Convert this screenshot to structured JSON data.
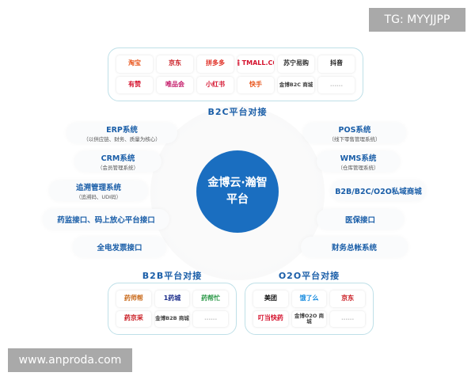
{
  "watermark_top": "TG: MYYJJPP",
  "watermark_bottom": "www.anproda.com",
  "center": {
    "line1": "金博云·瀚智",
    "line2": "平台"
  },
  "b2c": {
    "title": "B2C平台对接",
    "tiles": [
      {
        "label": "淘宝",
        "color": "#e8561d"
      },
      {
        "label": "京东",
        "color": "#c8161d"
      },
      {
        "label": "拼多多",
        "color": "#e02e24"
      },
      {
        "label": "天猫 TMALL.COM",
        "color": "#d5132e"
      },
      {
        "label": "苏宁易购",
        "color": "#333333"
      },
      {
        "label": "抖音",
        "color": "#111111"
      },
      {
        "label": "有赞",
        "color": "#d5132e"
      },
      {
        "label": "唯品会",
        "color": "#c51d6b"
      },
      {
        "label": "小红书",
        "color": "#d5132e"
      },
      {
        "label": "快手",
        "color": "#e8561d"
      },
      {
        "label": "金博B2C 商城",
        "color": "#444444"
      },
      {
        "label": "……",
        "color": "#cccccc"
      }
    ]
  },
  "b2b": {
    "title": "B2B平台对接",
    "tiles": [
      {
        "label": "药师帮",
        "color": "#c96a1b"
      },
      {
        "label": "1药城",
        "color": "#1d2f8c"
      },
      {
        "label": "药帮忙",
        "color": "#2e9a4a"
      },
      {
        "label": "药京采",
        "color": "#c8161d"
      },
      {
        "label": "金博B2B 商城",
        "color": "#444444"
      },
      {
        "label": "……",
        "color": "#cccccc"
      }
    ]
  },
  "o2o": {
    "title": "O2O平台对接",
    "tiles": [
      {
        "label": "美团",
        "color": "#111111"
      },
      {
        "label": "饿了么",
        "color": "#1a8de0"
      },
      {
        "label": "京东",
        "color": "#c8161d"
      },
      {
        "label": "叮当快药",
        "color": "#d5132e"
      },
      {
        "label": "金博O2O 商城",
        "color": "#444444"
      },
      {
        "label": "……",
        "color": "#cccccc"
      }
    ]
  },
  "left": [
    {
      "title": "ERP系统",
      "sub": "（以供应链、财务、质量为核心）"
    },
    {
      "title": "CRM系统",
      "sub": "（会员管理系统）"
    },
    {
      "title": "追溯管理系统",
      "sub": "（追溯码、UDI码）"
    },
    {
      "title": "药监接口、码上放心平台接口",
      "sub": ""
    },
    {
      "title": "全电发票接口",
      "sub": ""
    }
  ],
  "right": [
    {
      "title": "POS系统",
      "sub": "（线下零售管理系统）"
    },
    {
      "title": "WMS系统",
      "sub": "（仓库管理系统）"
    },
    {
      "title": "B2B/B2C/O2O私域商城",
      "sub": ""
    },
    {
      "title": "医保接口",
      "sub": ""
    },
    {
      "title": "财务总帐系统",
      "sub": ""
    }
  ]
}
